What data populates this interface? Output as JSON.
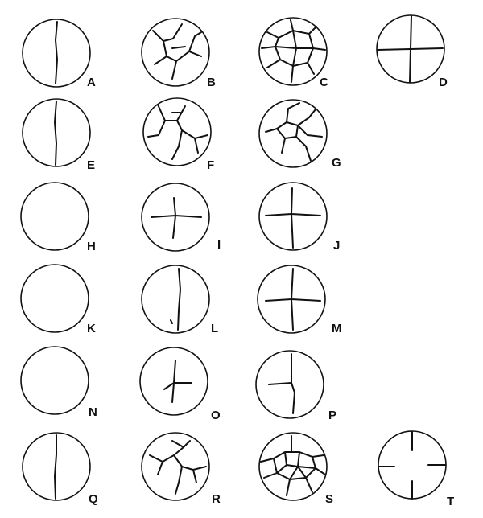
{
  "figure": {
    "specimens": [
      {
        "label": "A",
        "crack_pattern": "single-vertical-crack"
      },
      {
        "label": "B",
        "crack_pattern": "branching-cracks"
      },
      {
        "label": "C",
        "crack_pattern": "polygonal-crack-network"
      },
      {
        "label": "D",
        "crack_pattern": "cross-crack"
      },
      {
        "label": "E",
        "crack_pattern": "single-vertical-crack"
      },
      {
        "label": "F",
        "crack_pattern": "branching-cracks"
      },
      {
        "label": "G",
        "crack_pattern": "polygonal-crack-network"
      },
      {
        "label": "H",
        "crack_pattern": "no-crack"
      },
      {
        "label": "I",
        "crack_pattern": "cross-crack"
      },
      {
        "label": "J",
        "crack_pattern": "cross-crack"
      },
      {
        "label": "K",
        "crack_pattern": "no-crack"
      },
      {
        "label": "L",
        "crack_pattern": "single-vertical-crack"
      },
      {
        "label": "M",
        "crack_pattern": "cross-crack"
      },
      {
        "label": "N",
        "crack_pattern": "no-crack"
      },
      {
        "label": "O",
        "crack_pattern": "partial-cross-crack"
      },
      {
        "label": "P",
        "crack_pattern": "partial-cross-crack"
      },
      {
        "label": "Q",
        "crack_pattern": "single-vertical-crack"
      },
      {
        "label": "R",
        "crack_pattern": "branching-cracks"
      },
      {
        "label": "S",
        "crack_pattern": "polygonal-crack-network"
      },
      {
        "label": "T",
        "crack_pattern": "broken-cross-crack"
      }
    ]
  }
}
